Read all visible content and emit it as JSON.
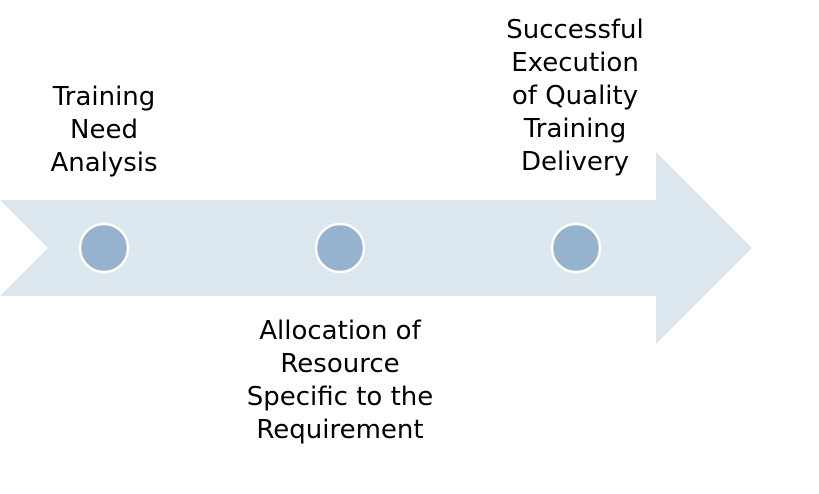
{
  "colors": {
    "arrow_fill": "#dce6ef",
    "node_fill": "#95b3cf",
    "node_stroke": "#ffffff",
    "text": "#000000"
  },
  "steps": [
    {
      "lines": [
        "Training",
        "Need",
        "Analysis"
      ]
    },
    {
      "lines": [
        "Allocation of",
        "Resource",
        "Specific to the",
        "Requirement"
      ]
    },
    {
      "lines": [
        "Successful",
        "Execution",
        "of Quality",
        "Training",
        "Delivery"
      ]
    }
  ]
}
